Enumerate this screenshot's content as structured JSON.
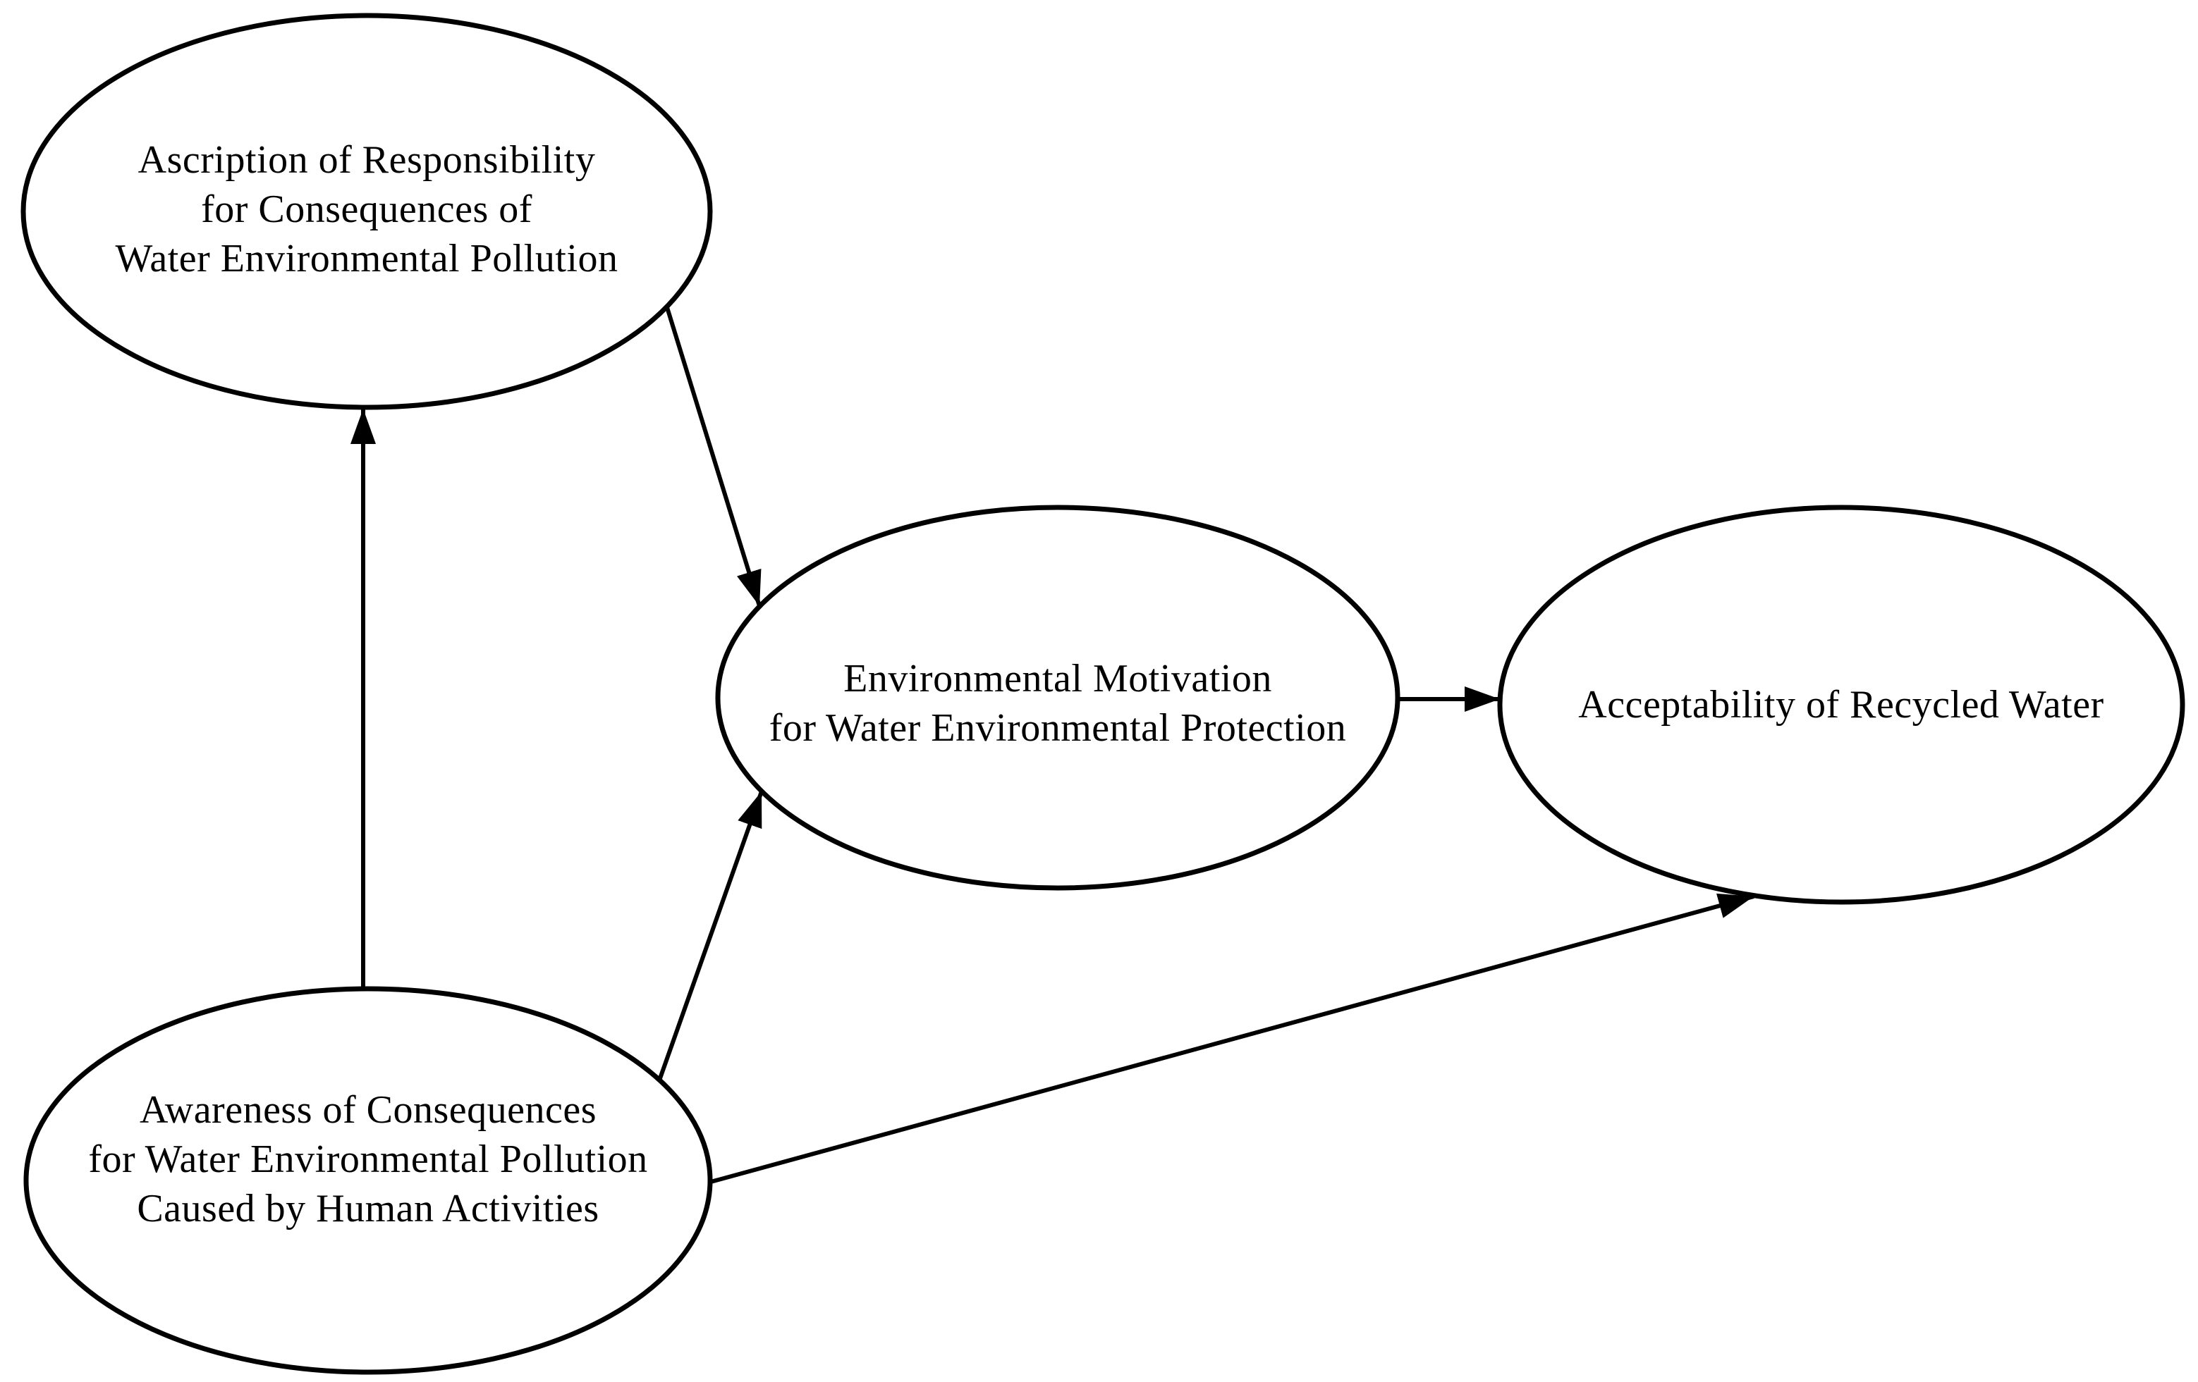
{
  "canvas": {
    "background_color": "#ffffff",
    "ink_color": "#000000"
  },
  "nodes": {
    "ascription": {
      "label_lines": [
        "Ascription of Responsibility",
        "for Consequences of",
        "Water Environmental Pollution"
      ]
    },
    "motivation": {
      "label_lines": [
        "Environmental Motivation",
        "for Water Environmental Protection"
      ]
    },
    "acceptability": {
      "label_lines": [
        "Acceptability of Recycled Water"
      ]
    },
    "awareness": {
      "label_lines": [
        "Awareness of Consequences",
        "for Water Environmental Pollution",
        "Caused by Human Activities"
      ]
    }
  },
  "edges": [
    {
      "id": "awareness-to-ascription",
      "from": "awareness",
      "to": "ascription"
    },
    {
      "id": "ascription-to-motivation",
      "from": "ascription",
      "to": "motivation"
    },
    {
      "id": "awareness-to-motivation",
      "from": "awareness",
      "to": "motivation"
    },
    {
      "id": "motivation-to-acceptability",
      "from": "motivation",
      "to": "acceptability"
    },
    {
      "id": "awareness-to-acceptability",
      "from": "awareness",
      "to": "acceptability"
    }
  ]
}
